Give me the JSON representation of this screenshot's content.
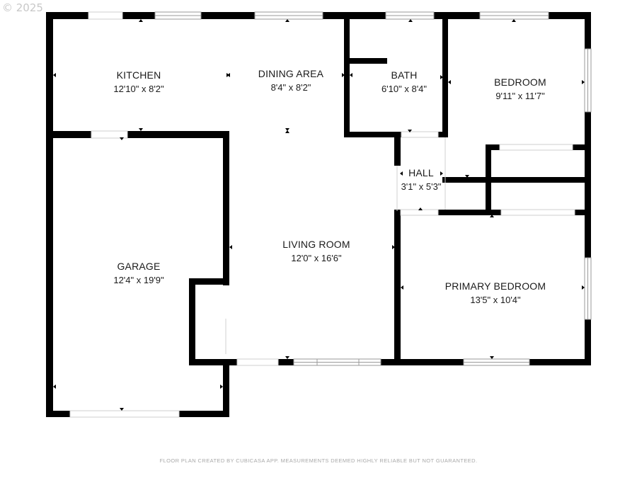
{
  "watermark": "© 2025",
  "rooms": {
    "kitchen": {
      "name": "KITCHEN",
      "dims": "12'10\" x 8'2\""
    },
    "dining": {
      "name": "DINING AREA",
      "dims": "8'4\" x 8'2\""
    },
    "bath": {
      "name": "BATH",
      "dims": "6'10\" x 8'4\""
    },
    "bedroom": {
      "name": "BEDROOM",
      "dims": "9'11\" x 11'7\""
    },
    "hall": {
      "name": "HALL",
      "dims": "3'1\" x 5'3\""
    },
    "garage": {
      "name": "GARAGE",
      "dims": "12'4\" x 19'9\""
    },
    "living": {
      "name": "LIVING ROOM",
      "dims": "12'0\" x 16'6\""
    },
    "primary": {
      "name": "PRIMARY BEDROOM",
      "dims": "13'5\" x 10'4\""
    }
  },
  "footer": "FLOOR PLAN CREATED BY CUBICASA APP. MEASUREMENTS DEEMED HIGHLY RELIABLE BUT NOT GUARANTEED.",
  "colors": {
    "wall": "#000000",
    "window": "#9a9a9a",
    "label": "#1a1a1a",
    "footer": "#a8a8a8"
  }
}
